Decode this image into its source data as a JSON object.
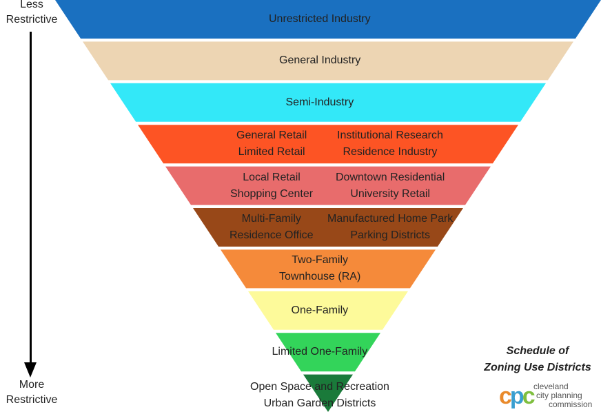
{
  "axis": {
    "top_label_line1": "Less",
    "top_label_line2": "Restrictive",
    "bottom_label_line1": "More",
    "bottom_label_line2": "Restrictive"
  },
  "bands": [
    {
      "color": "#1a70c0",
      "lines": [
        "Unrestricted Industry"
      ]
    },
    {
      "color": "#edd5b3",
      "lines": [
        "General Industry"
      ]
    },
    {
      "color": "#33e8f8",
      "lines": [
        "Semi-Industry"
      ]
    },
    {
      "color": "#fd5424",
      "columns": [
        [
          "General Retail",
          "Limited Retail"
        ],
        [
          "Institutional Research",
          "Residence Industry"
        ]
      ]
    },
    {
      "color": "#e86c6c",
      "columns": [
        [
          "Local Retail",
          "Shopping Center"
        ],
        [
          "Downtown Residential",
          "University Retail"
        ]
      ]
    },
    {
      "color": "#984818",
      "columns": [
        [
          "Multi-Family",
          "Residence Office"
        ],
        [
          "Manufactured Home Park",
          "Parking Districts"
        ]
      ]
    },
    {
      "color": "#f58a3a",
      "lines": [
        "Two-Family",
        "Townhouse (RA)"
      ]
    },
    {
      "color": "#fdfa9a",
      "lines": [
        "One-Family"
      ]
    },
    {
      "color": "#33d45a",
      "lines": [
        "Limited One-Family"
      ]
    },
    {
      "color": "#1a7a3a",
      "lines": [
        "Open Space and Recreation",
        "Urban Garden Districts"
      ]
    }
  ],
  "caption": {
    "line1": "Schedule of",
    "line2": "Zoning Use Districts"
  },
  "logo": {
    "mark": "cpc",
    "line1": "cleveland",
    "line2": "city planning",
    "line3": "commission"
  }
}
